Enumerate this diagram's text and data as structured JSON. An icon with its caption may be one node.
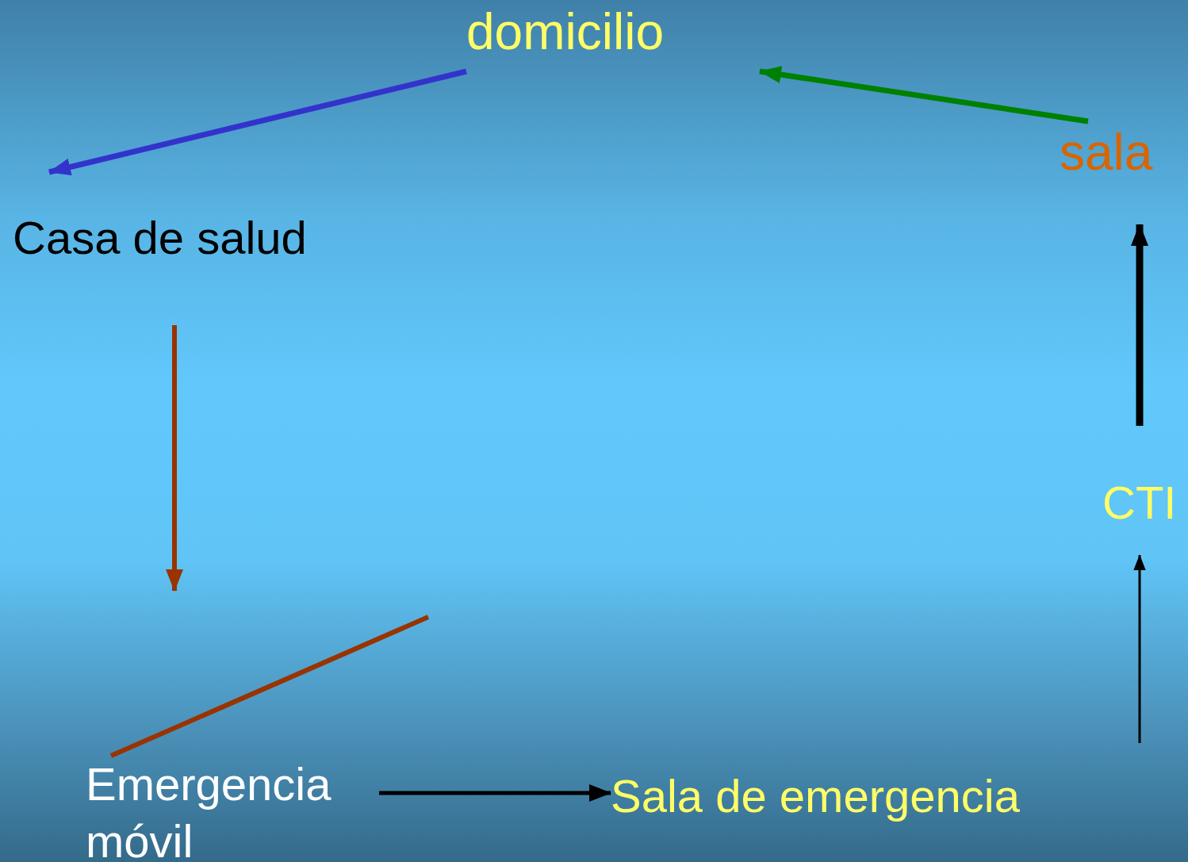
{
  "diagram": {
    "nodes": [
      {
        "text": [
          "domicilio"
        ]
      },
      {
        "text": [
          "Casa de salud"
        ]
      },
      {
        "text": [
          "Emergencia móvil"
        ]
      },
      {
        "text": [
          "Sala de emergencia"
        ]
      },
      {
        "text": [
          "CTI"
        ]
      },
      {
        "text": [
          "sala"
        ]
      }
    ],
    "edges": [
      {
        "from": 0,
        "to": 1,
        "arrow": "to",
        "color": "#3333cc"
      },
      {
        "from": 1,
        "to": null,
        "arrow": "to",
        "color": "#993300"
      },
      {
        "from": null,
        "to": 2,
        "arrow": "none",
        "color": "#993300"
      },
      {
        "from": 2,
        "to": 3,
        "arrow": "to"
      },
      {
        "from": null,
        "to": 4,
        "arrow": "to"
      },
      {
        "from": 4,
        "to": 5,
        "arrow": "to"
      },
      {
        "from": 5,
        "to": 0,
        "arrow": "to",
        "color": "#008000"
      }
    ]
  }
}
